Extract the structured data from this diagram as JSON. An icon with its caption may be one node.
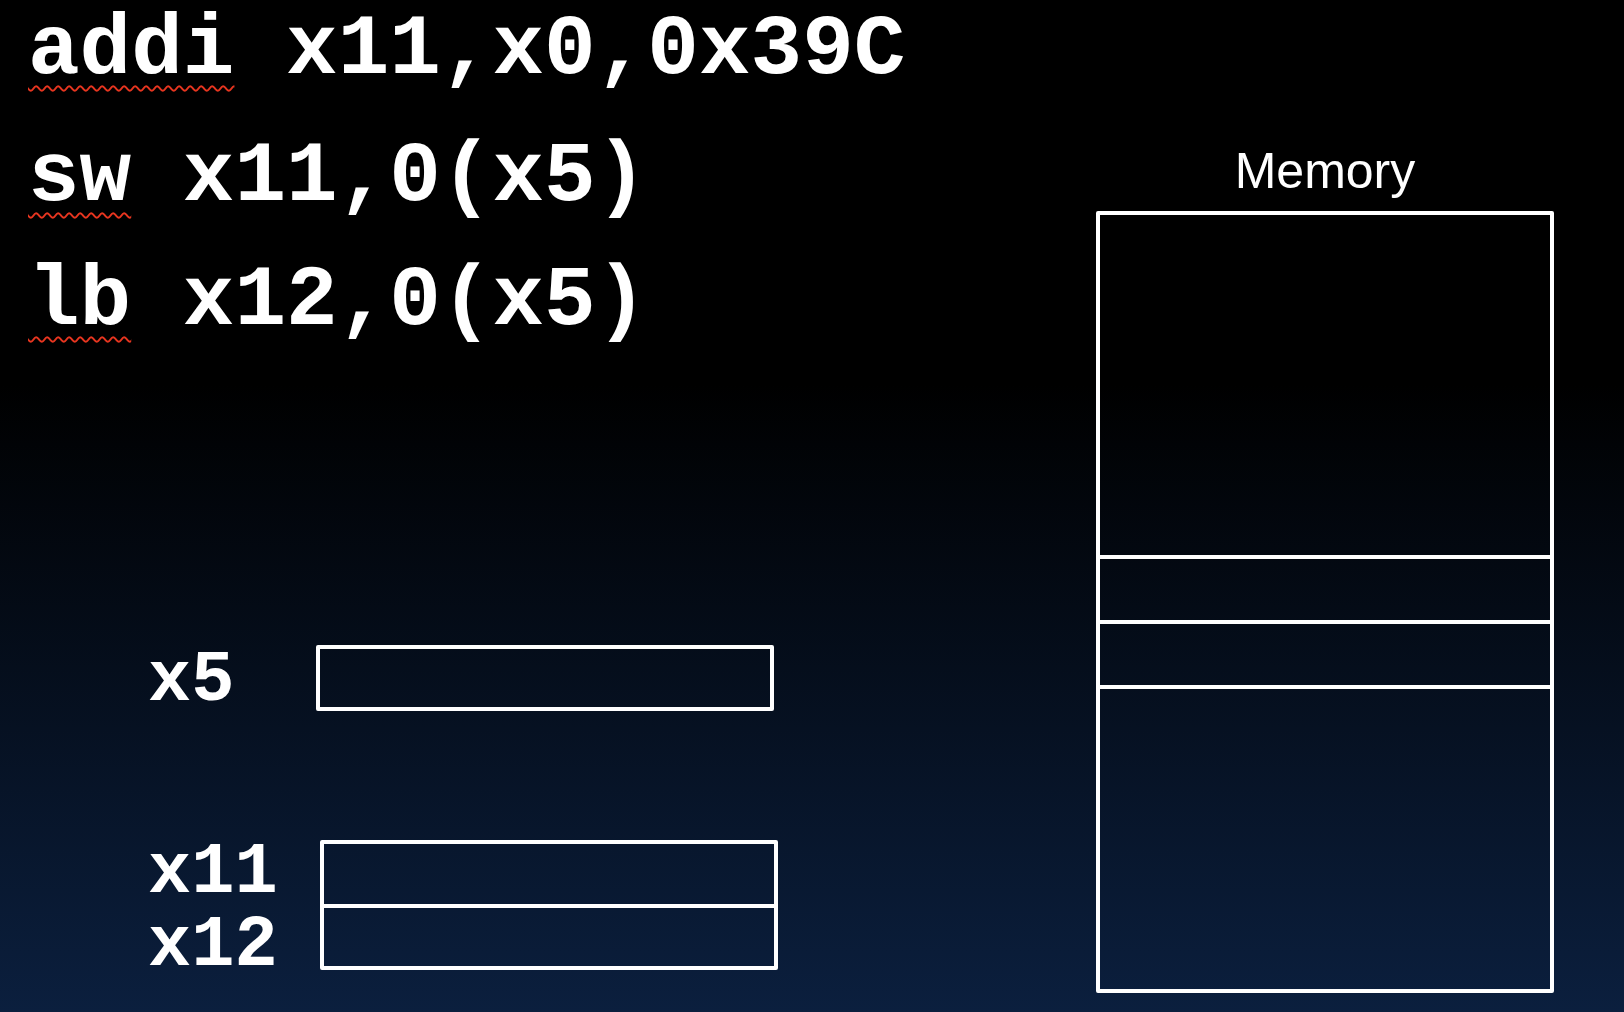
{
  "diagram": {
    "nodes": [
      {
        "text": [
          "Memory"
        ]
      },
      {
        "text": [],
        "shape": "box",
        "in": 0
      },
      {
        "text": [],
        "shape": "box",
        "in": 0
      },
      {
        "text": [],
        "shape": "box",
        "in": 0
      },
      {
        "text": [],
        "shape": "box",
        "in": 0
      },
      {
        "text": [],
        "shape": "box",
        "beside": [
          "x5"
        ]
      },
      {
        "text": [],
        "shape": "box",
        "beside": [
          "x11"
        ]
      },
      {
        "text": [],
        "shape": "box",
        "beside": [
          "x12"
        ]
      }
    ],
    "labels": [
      "addi x11,x0,0x39C",
      "sw x11,0(x5)",
      "lb x12,0(x5)"
    ]
  }
}
